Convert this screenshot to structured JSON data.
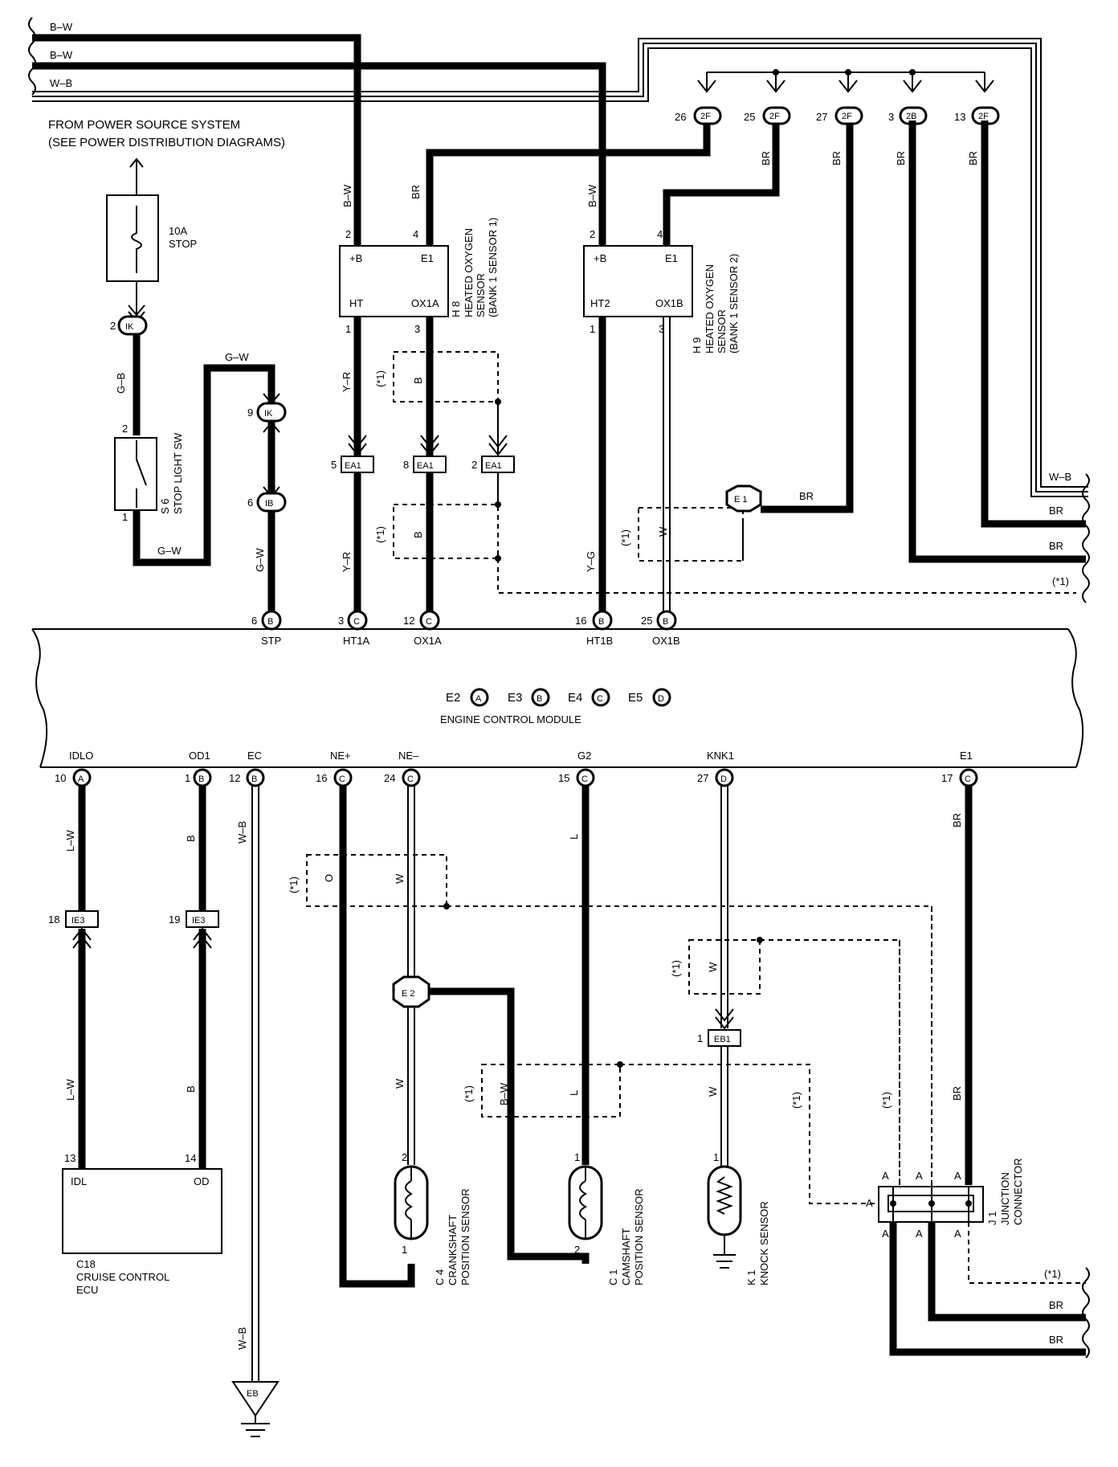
{
  "power": {
    "bus1": "B–W",
    "bus2": "B–W",
    "bus3": "W–B",
    "source_line1": "FROM POWER SOURCE SYSTEM",
    "source_line2": "(SEE POWER DISTRIBUTION DIAGRAMS)",
    "fuse_rating": "10A",
    "fuse_name": "STOP"
  },
  "connectors": {
    "IK": "IK",
    "IB": "IB",
    "EA1": "EA1",
    "EB1": "EB1",
    "IE3": "IE3",
    "2F": "2F",
    "2B": "2B",
    "A": "A",
    "B": "B",
    "C": "C",
    "D": "D",
    "EB": "EB"
  },
  "pins": {
    "p1": "1",
    "p2": "2",
    "p3": "3",
    "p4": "4",
    "p5": "5",
    "p6": "6",
    "p8": "8",
    "p9": "9",
    "p10": "10",
    "p12": "12",
    "p13": "13",
    "p14": "14",
    "p15": "15",
    "p16": "16",
    "p17": "17",
    "p18": "18",
    "p19": "19",
    "p24": "24",
    "p25": "25",
    "p26": "26",
    "p27": "27"
  },
  "wires": {
    "BW": "B–W",
    "WB": "W–B",
    "GB": "G–B",
    "GW": "G–W",
    "YR": "Y–R",
    "YG": "Y–G",
    "B": "B",
    "BR": "BR",
    "W": "W",
    "LW": "L–W",
    "L": "L",
    "O": "O",
    "note": "(*1)"
  },
  "components": {
    "stop_light_id": "S 6",
    "stop_light_name": "STOP LIGHT SW",
    "h8_id": "H 8",
    "h8_line1": "HEATED OXYGEN",
    "h8_line2": "SENSOR",
    "h8_line3": "(BANK 1 SENSOR 1)",
    "h9_id": "H 9",
    "h9_line1": "HEATED OXYGEN",
    "h9_line2": "SENSOR",
    "h9_line3": "(BANK 1 SENSOR 2)",
    "h8_pin_plusb": "+B",
    "h8_pin_e1": "E1",
    "h8_pin_ht": "HT",
    "h8_pin_ox": "OX1A",
    "h9_pin_plusb": "+B",
    "h9_pin_e1": "E1",
    "h9_pin_ht": "HT2",
    "h9_pin_ox": "OX1B",
    "ground_e1": "E 1",
    "ground_e2": "E 2",
    "cruise_id": "C18",
    "cruise_line1": "CRUISE CONTROL",
    "cruise_line2": "ECU",
    "cruise_pin_idl": "IDL",
    "cruise_pin_od": "OD",
    "crank_id": "C 4",
    "crank_line1": "CRANKSHAFT",
    "crank_line2": "POSITION SENSOR",
    "cam_id": "C 1",
    "cam_line1": "CAMSHAFT",
    "cam_line2": "POSITION SENSOR",
    "knock_id": "K 1",
    "knock_name": "KNOCK SENSOR",
    "jc_id": "J 1",
    "jc_line1": "JUNCTION",
    "jc_line2": "CONNECTOR"
  },
  "ecm": {
    "name": "ENGINE CONTROL MODULE",
    "conn_e2": "E2",
    "conn_e3": "E3",
    "conn_e4": "E4",
    "conn_e5": "E5",
    "top_stp": "STP",
    "top_ht1a": "HT1A",
    "top_ox1a": "OX1A",
    "top_ht1b": "HT1B",
    "top_ox1b": "OX1B",
    "bot_idlo": "IDLO",
    "bot_od1": "OD1",
    "bot_ec": "EC",
    "bot_neplus": "NE+",
    "bot_neminus": "NE–",
    "bot_g2": "G2",
    "bot_knk1": "KNK1",
    "bot_e1": "E1"
  }
}
